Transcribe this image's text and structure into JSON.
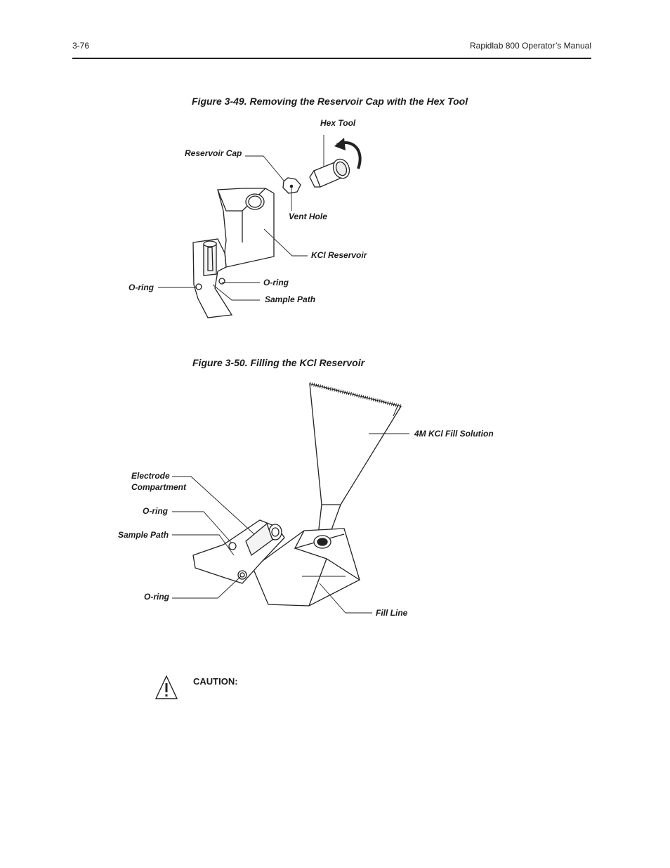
{
  "header": {
    "page_number": "3-76",
    "manual_title": "Rapidlab 800 Operator’s Manual"
  },
  "figure_49": {
    "caption": "Figure 3-49.  Removing the Reservoir Cap with the Hex Tool",
    "labels": {
      "hex_tool": "Hex Tool",
      "reservoir_cap": "Reservoir Cap",
      "vent_hole": "Vent Hole",
      "kcl_reservoir": "KCl Reservoir",
      "o_ring_left": "O-ring",
      "o_ring_right": "O-ring",
      "sample_path": "Sample Path"
    }
  },
  "figure_50": {
    "caption": "Figure 3-50.  Filling the KCl Reservoir",
    "labels": {
      "fill_solution": "4M KCl Fill Solution",
      "electrode_line1": "Electrode",
      "electrode_line2": "Compartment",
      "o_ring_top": "O-ring",
      "sample_path": "Sample Path",
      "o_ring_bottom": "O-ring",
      "fill_line": "Fill Line"
    }
  },
  "caution": {
    "label": "CAUTION:",
    "icon": "warning-triangle-icon"
  }
}
